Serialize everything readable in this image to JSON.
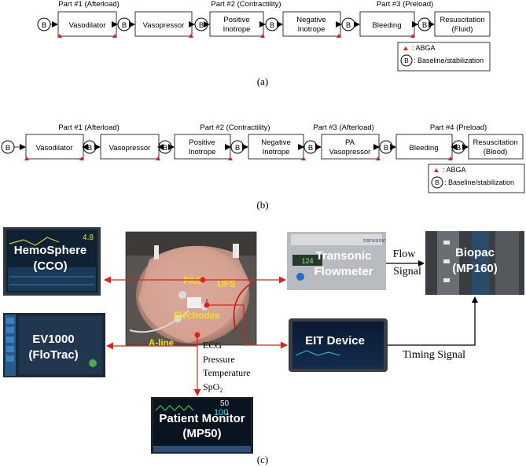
{
  "panel_a": {
    "caption": "(a)",
    "part_titles": [
      "Part #1 (Afterload)",
      "Part #2 (Contractility)",
      "Part #3 (Preload)"
    ],
    "b_symbol": "B",
    "boxes": [
      [
        "Vasodilator"
      ],
      [
        "Vasopressor"
      ],
      [
        "Positive",
        "Inotrope"
      ],
      [
        "Negative",
        "Inotrope"
      ],
      [
        "Bleeding"
      ],
      [
        "Resuscitation",
        "(Fluid)"
      ]
    ],
    "legend": {
      "abga": ": ABGA",
      "baseline": ": Baseline/stabilization"
    }
  },
  "panel_b": {
    "caption": "(b)",
    "part_titles": [
      "Part #1 (Afterload)",
      "Part #2 (Contractility)",
      "Part #3 (Afterload)",
      "Part #4 (Preload)"
    ],
    "b_symbol": "B",
    "boxes": [
      [
        "Vasodilator"
      ],
      [
        "Vasopressor"
      ],
      [
        "Positive",
        "Inotrope"
      ],
      [
        "Negative",
        "Inotrope"
      ],
      [
        "PA",
        "Vasopressor"
      ],
      [
        "Bleeding"
      ],
      [
        "Resuscitation",
        "(Blood)"
      ]
    ],
    "legend": {
      "abga": ": ABGA",
      "baseline": ": Baseline/stabilization"
    }
  },
  "panel_c": {
    "caption": "(c)",
    "devices": {
      "hemosphere": [
        "HemoSphere",
        "(CCO)"
      ],
      "ev1000": [
        "EV1000",
        "(FloTrac)"
      ],
      "transonic": [
        "Transonic",
        "Flowmeter"
      ],
      "biopac": [
        "Biopac",
        "(MP160)"
      ],
      "eit": [
        "EIT Device"
      ],
      "monitor": [
        "Patient Monitor",
        "(MP50)"
      ]
    },
    "center_labels": {
      "pac": "PAC",
      "ufs": "UFS",
      "electrodes": "Electrodes",
      "aline": "A-line"
    },
    "vitals": [
      "ECG",
      "Pressure",
      "Temperature"
    ],
    "spo2": {
      "base": "SpO",
      "sub": "2"
    },
    "signals": {
      "flow1": "Flow",
      "flow2": "Signal",
      "timing": "Timing Signal"
    },
    "photo_text": {
      "hemo_value": "4.8",
      "mon_value1": "50",
      "mon_value2": "100",
      "mon_value3": "124",
      "transonic_brand": "transonic"
    }
  },
  "colors": {
    "arrow_red": "#e0201b",
    "abga_red": "#e0201b",
    "device_label": "#ffffff",
    "center_label": "#f6e21a"
  }
}
